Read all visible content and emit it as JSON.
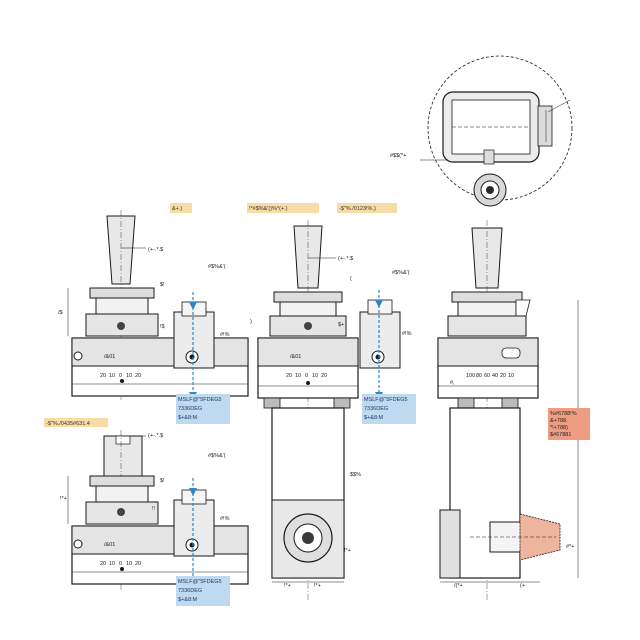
{
  "colors": {
    "line": "#1a1a1a",
    "body_fill": "#e3e3e3",
    "dark_fill": "#2a2a2a",
    "callout_yellow": "#f7dca6",
    "callout_blue": "#bfd9ef",
    "callout_red": "#ef9d82",
    "arrow_blue": "#2f86c8"
  },
  "callouts": {
    "top_left": "&+.)",
    "top_middle_1": "!*#$%&'()%*(+.)",
    "top_middle_2": "-$\"%./0123!%.)",
    "bottom_left": "-$\"%./0435#631.4",
    "right_red": [
      "%#6788!%",
      "&+788.",
      "*!+788)",
      "$#67881"
    ]
  },
  "blue_labels": {
    "left_top": [
      "MSLF@\"5FDEG5",
      "7336DEG",
      "$+&8:M"
    ],
    "left_bottom": [
      "MSLF@\"5FDEG5",
      "7336DEG",
      "$+&8:M"
    ],
    "middle": [
      "MSLF@\"5FDEG5",
      "7336DEG",
      "$+&8:M"
    ]
  },
  "dimensions": {
    "a": "(+-.*.$",
    "b": "#$%&'(",
    "c": "$!",
    "d": "!$",
    "e": "/$",
    "f": "#!%",
    "g": "/&01",
    "h": "$$%",
    "i": "!*+",
    "j": "#$$(*+",
    "k": "/(*+",
    "l": "(+",
    "m": "#*+",
    "n": "$+",
    "o": "(",
    "p": ")",
    "q": "!!",
    "r": "#,",
    "s": "*!+"
  },
  "scale_labels": {
    "left": [
      "20",
      "10",
      "0",
      "10",
      "20"
    ],
    "middle": [
      "20",
      "10",
      "0",
      "10",
      "20"
    ],
    "right": [
      "100",
      "80",
      "60",
      "40",
      "20",
      "10"
    ]
  }
}
